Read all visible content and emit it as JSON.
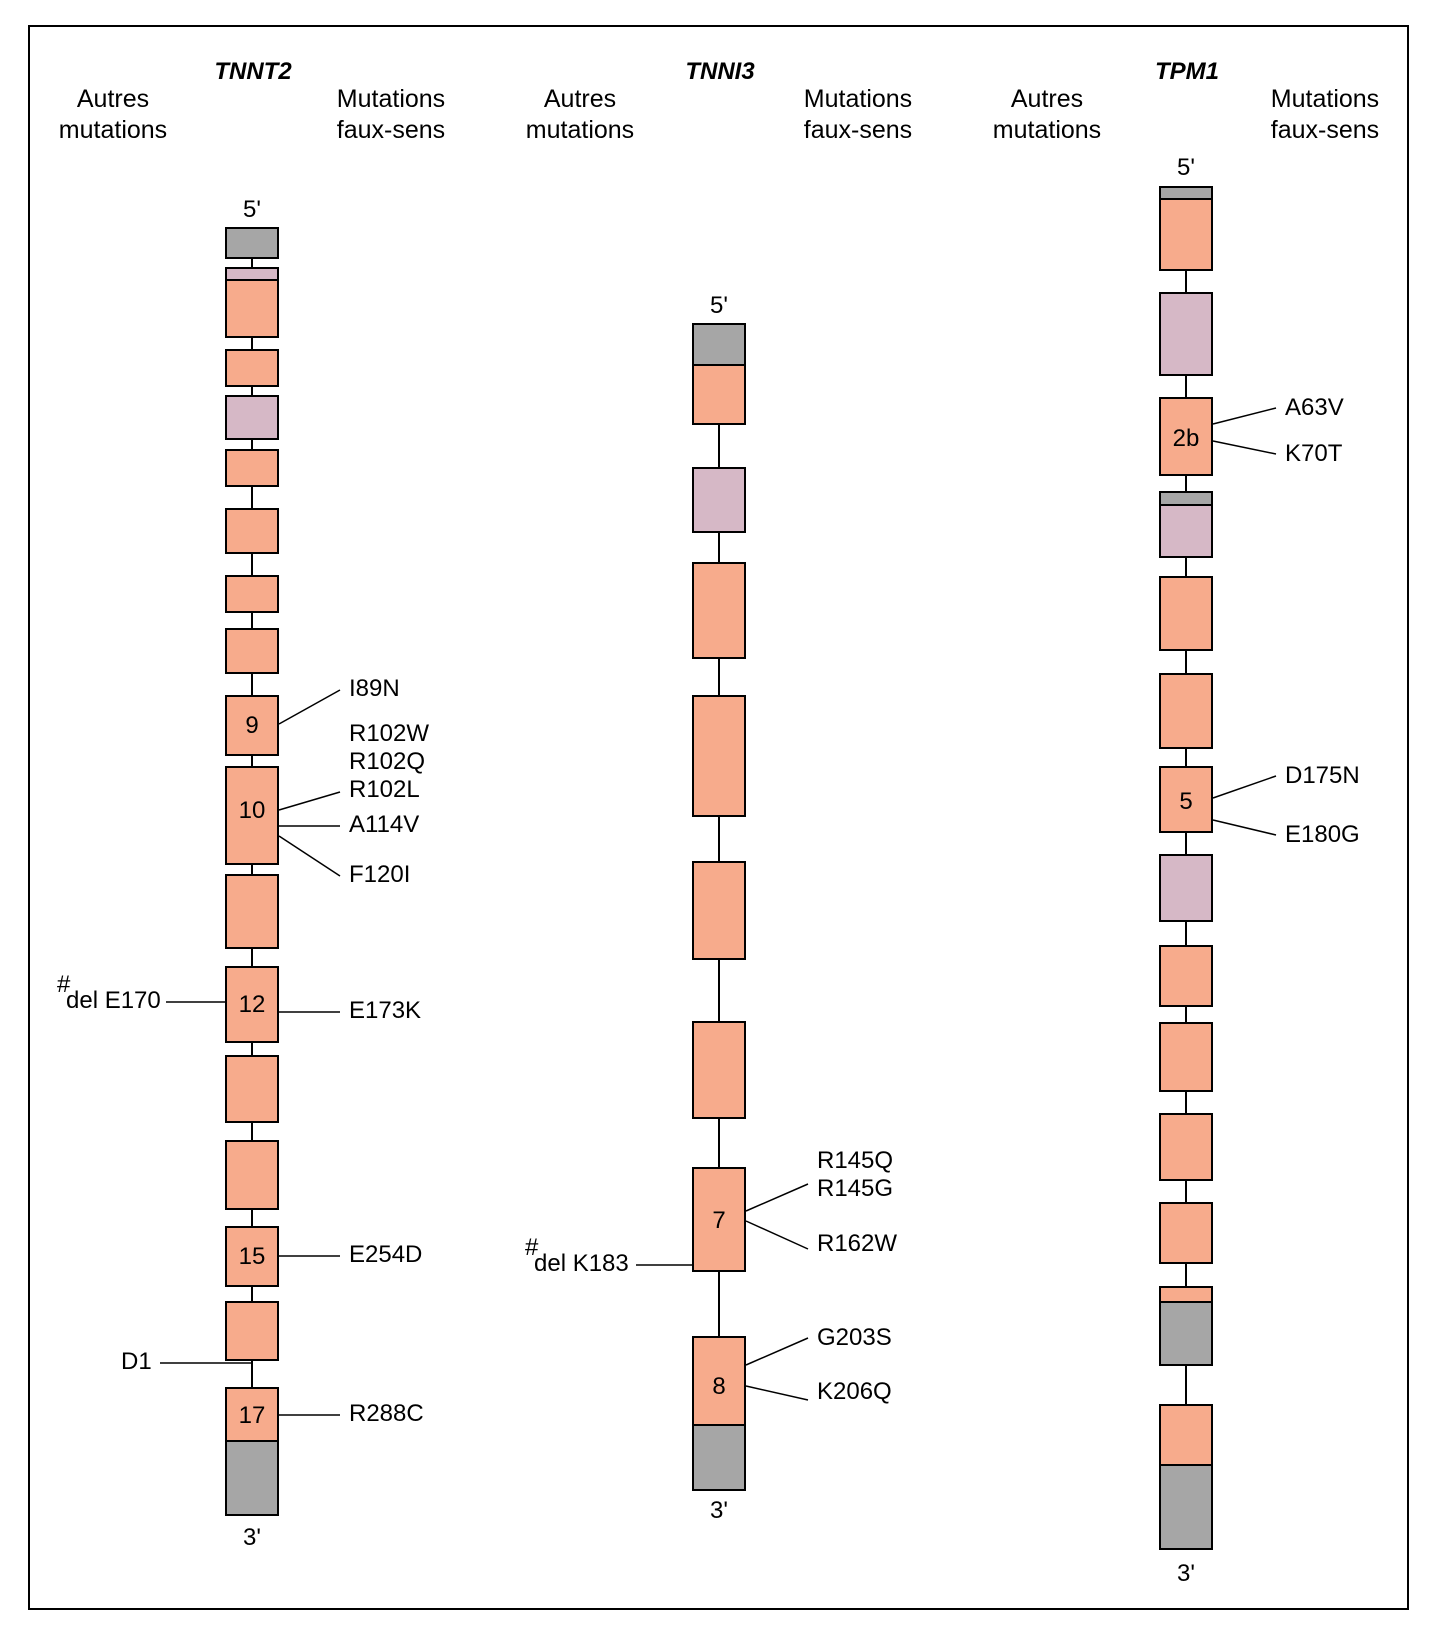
{
  "legend_colors": {
    "utr": "#a6a6a6",
    "alt_exon": "#d6b8c6",
    "coding_exon": "#f7ab8c"
  },
  "headers": {
    "other_line1": "Autres",
    "other_line2": "mutations",
    "missense_line1": "Mutations",
    "missense_line2": "faux-sens"
  },
  "genes": [
    {
      "name": "TNNT2",
      "five_prime": "5'",
      "three_prime": "3'",
      "exon_numbers": [
        "9",
        "10",
        "12",
        "15",
        "17"
      ],
      "missense": [
        "I89N",
        "R102W",
        "R102Q",
        "R102L",
        "A114V",
        "F120I",
        "E173K",
        "E254D",
        "R288C"
      ],
      "other": [
        {
          "mark": "#",
          "text": "del E170"
        },
        {
          "mark": "",
          "text": "D1"
        }
      ]
    },
    {
      "name": "TNNI3",
      "five_prime": "5'",
      "three_prime": "3'",
      "exon_numbers": [
        "7",
        "8"
      ],
      "missense": [
        "R145Q",
        "R145G",
        "R162W",
        "G203S",
        "K206Q"
      ],
      "other": [
        {
          "mark": "#",
          "text": "del K183"
        }
      ]
    },
    {
      "name": "TPM1",
      "five_prime": "5'",
      "three_prime": "3'",
      "exon_numbers": [
        "2b",
        "5"
      ],
      "missense": [
        "A63V",
        "K70T",
        "D175N",
        "E180G"
      ],
      "other": []
    }
  ]
}
